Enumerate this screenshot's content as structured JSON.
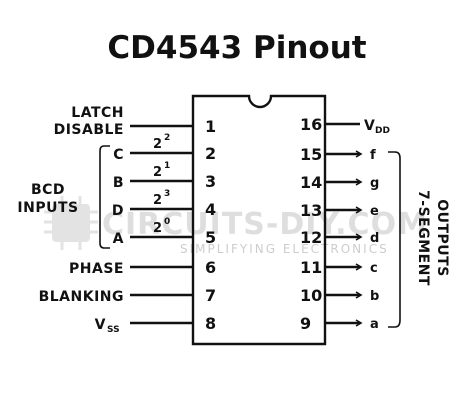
{
  "title": "CD4543 Pinout",
  "left_pins": [
    {
      "num": "1",
      "label": "DISABLE",
      "label2": "LATCH"
    },
    {
      "num": "2",
      "label": "C",
      "weight": "2",
      "exp": "2"
    },
    {
      "num": "3",
      "label": "B",
      "weight": "2",
      "exp": "1"
    },
    {
      "num": "4",
      "label": "D",
      "weight": "2",
      "exp": "3"
    },
    {
      "num": "5",
      "label": "A",
      "weight": "2",
      "exp": "0"
    },
    {
      "num": "6",
      "label": "PHASE"
    },
    {
      "num": "7",
      "label": "BLANKING"
    },
    {
      "num": "8",
      "label": "V",
      "sub": "SS"
    }
  ],
  "right_pins": [
    {
      "num": "16",
      "label": "V",
      "sub": "DD"
    },
    {
      "num": "15",
      "label": "f"
    },
    {
      "num": "14",
      "label": "g"
    },
    {
      "num": "13",
      "label": "e"
    },
    {
      "num": "12",
      "label": "d"
    },
    {
      "num": "11",
      "label": "c"
    },
    {
      "num": "10",
      "label": "b"
    },
    {
      "num": "9",
      "label": "a"
    }
  ],
  "groups": {
    "bcd_line1": "BCD",
    "bcd_line2": "INPUTS",
    "seg_line1": "7-SEGMENT",
    "seg_line2": "OUTPUTS"
  },
  "watermark": {
    "brand": "CIRCUITS-DIY.COM",
    "tagline": "SIMPLIFYING ELECTRONICS"
  }
}
